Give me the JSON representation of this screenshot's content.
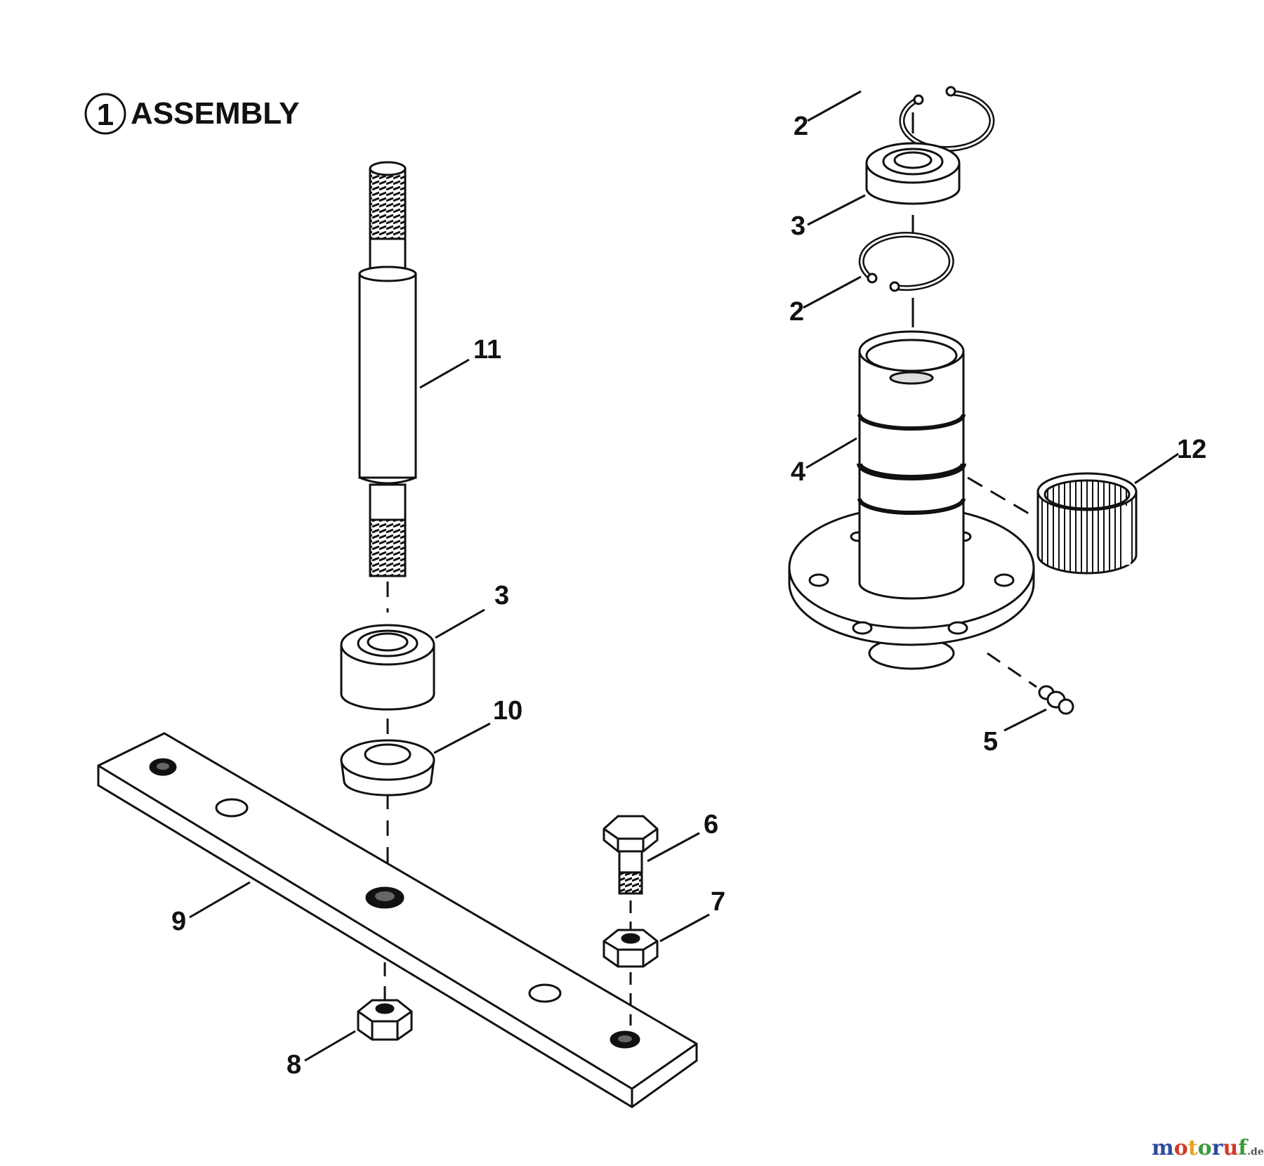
{
  "title": {
    "circled_number": "1",
    "label": "ASSEMBLY"
  },
  "callouts": {
    "c2a": "2",
    "c3a": "3",
    "c2b": "2",
    "c4": "4",
    "c12": "12",
    "c5": "5",
    "c11": "11",
    "c3b": "3",
    "c10": "10",
    "c6": "6",
    "c7": "7",
    "c9": "9",
    "c8": "8"
  },
  "watermark": {
    "letters": [
      "m",
      "o",
      "t",
      "o",
      "r",
      "u",
      "f"
    ],
    "suffix": ".de",
    "colors": [
      "#2e4a9e",
      "#d23a2a",
      "#e8a31c",
      "#3a9a3a",
      "#2e4a9e",
      "#d23a2a",
      "#3a9a3a"
    ]
  }
}
